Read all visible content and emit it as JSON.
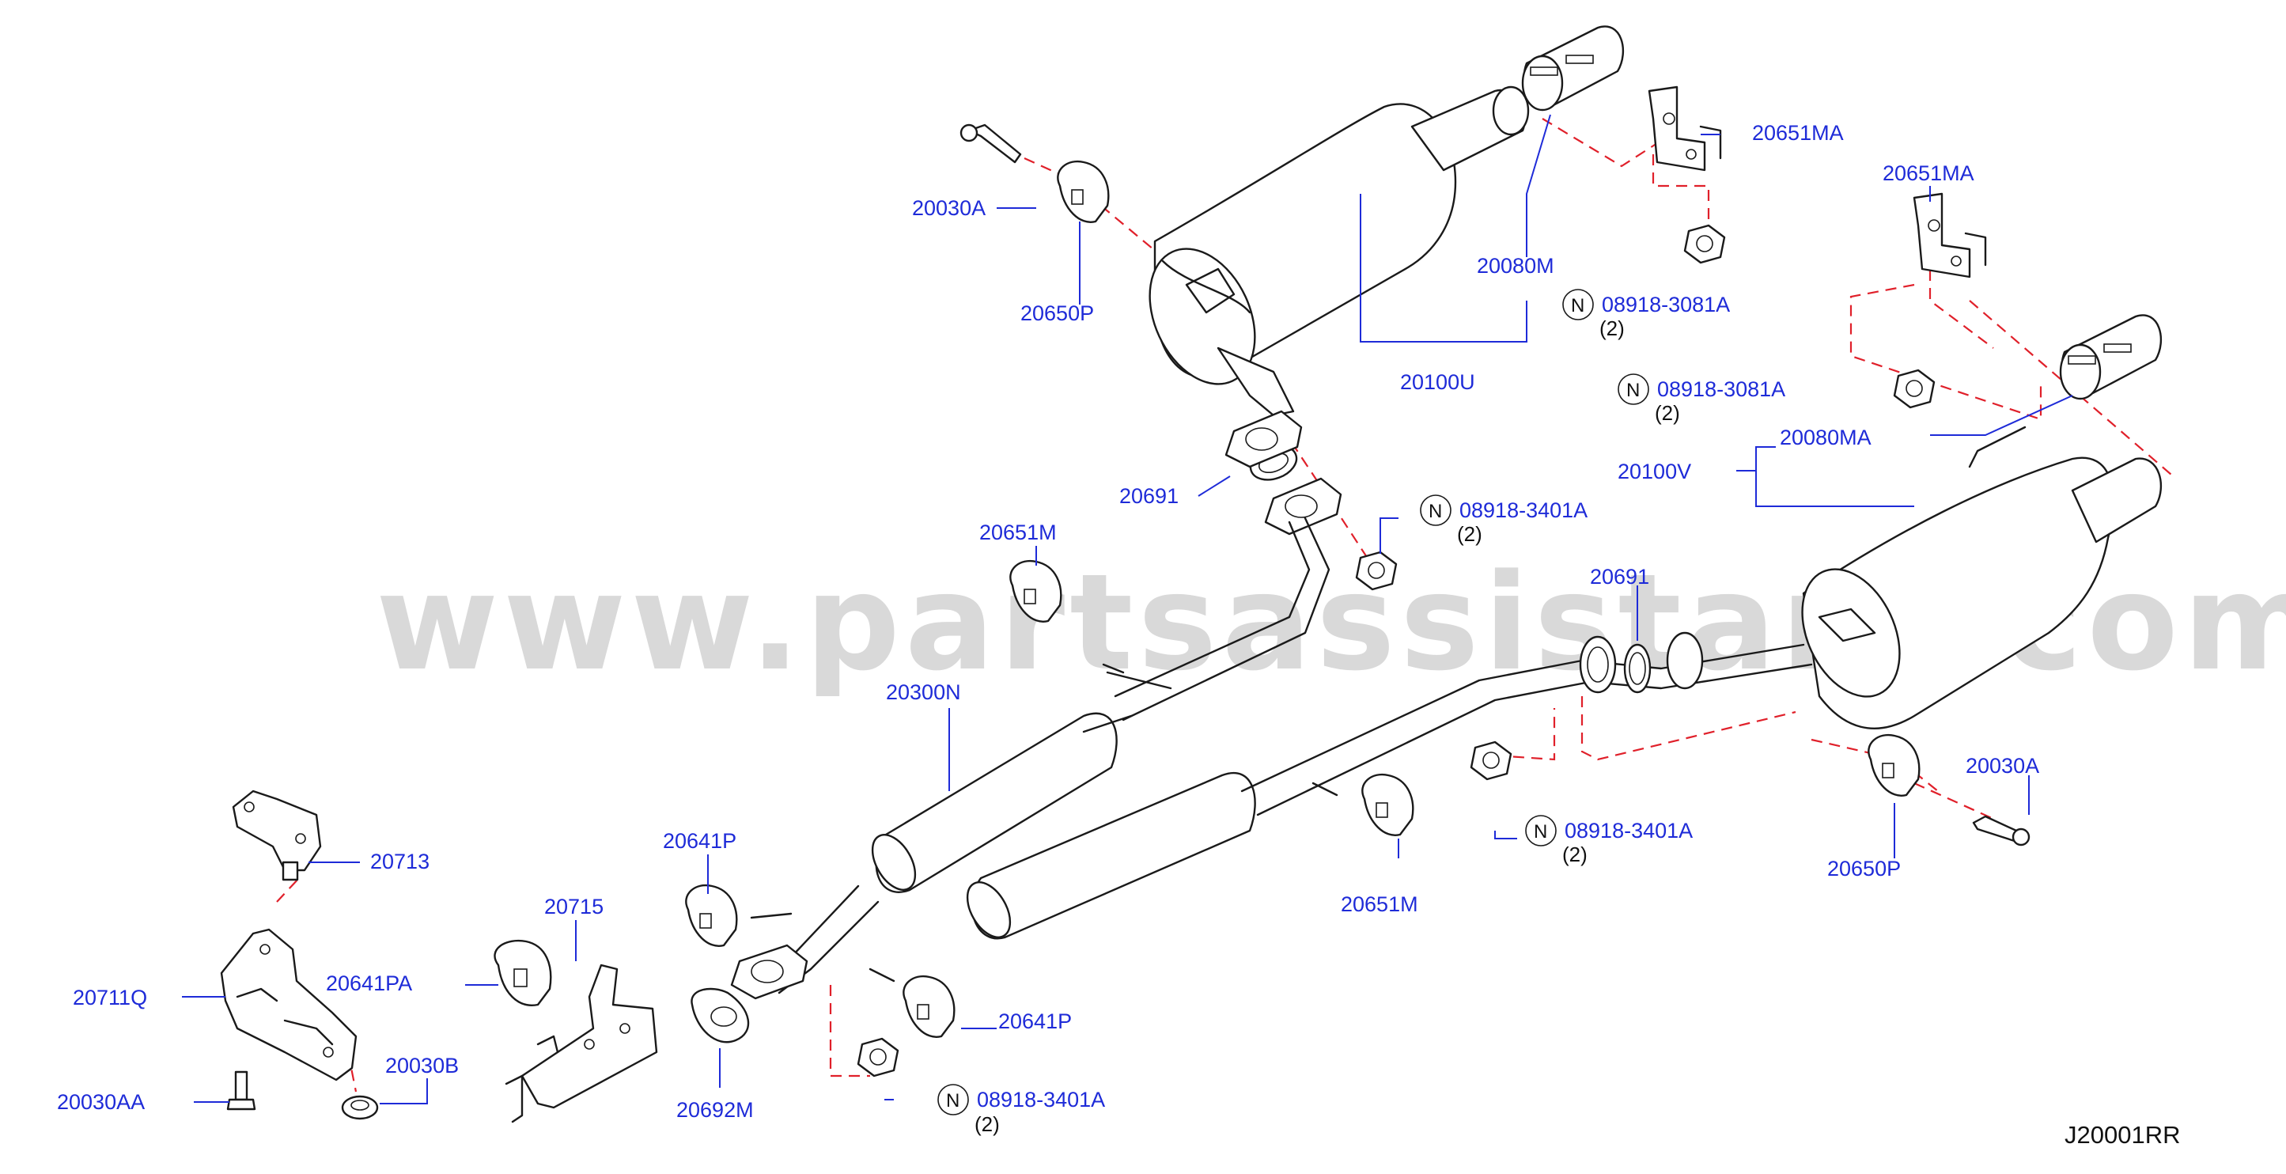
{
  "watermark": "www.partsassistant.com",
  "diagram_code": "J20001RR",
  "callouts": {
    "p20030A_l": "20030A",
    "p20650P_l": "20650P",
    "p20080M": "20080M",
    "p20651MA_t": "20651MA",
    "p20651MA_r": "20651MA",
    "p20100U": "20100U",
    "p20080MA": "20080MA",
    "p20100V": "20100V",
    "p20691_l": "20691",
    "p20691_r": "20691",
    "p20651M_t": "20651M",
    "p20651M_b": "20651M",
    "p20300N": "20300N",
    "p20030A_r": "20030A",
    "p20650P_r": "20650P",
    "p20713": "20713",
    "p20715": "20715",
    "p20641P_t": "20641P",
    "p20641P_b": "20641P",
    "p20641PA": "20641PA",
    "p20711Q": "20711Q",
    "p20030B": "20030B",
    "p20030AA": "20030AA",
    "p20692M": "20692M"
  },
  "nuts": [
    {
      "letter": "N",
      "part": "08918-3081A",
      "qty": "(2)"
    },
    {
      "letter": "N",
      "part": "08918-3081A",
      "qty": "(2)"
    },
    {
      "letter": "N",
      "part": "08918-3401A",
      "qty": "(2)"
    },
    {
      "letter": "N",
      "part": "08918-3401A",
      "qty": "(2)"
    },
    {
      "letter": "N",
      "part": "08918-3401A",
      "qty": "(2)"
    }
  ],
  "colors": {
    "callout": "#1e2bd8",
    "leader_dash": "#e0202a",
    "line": "#1a1a1a",
    "watermark": "#d9d9d9"
  }
}
